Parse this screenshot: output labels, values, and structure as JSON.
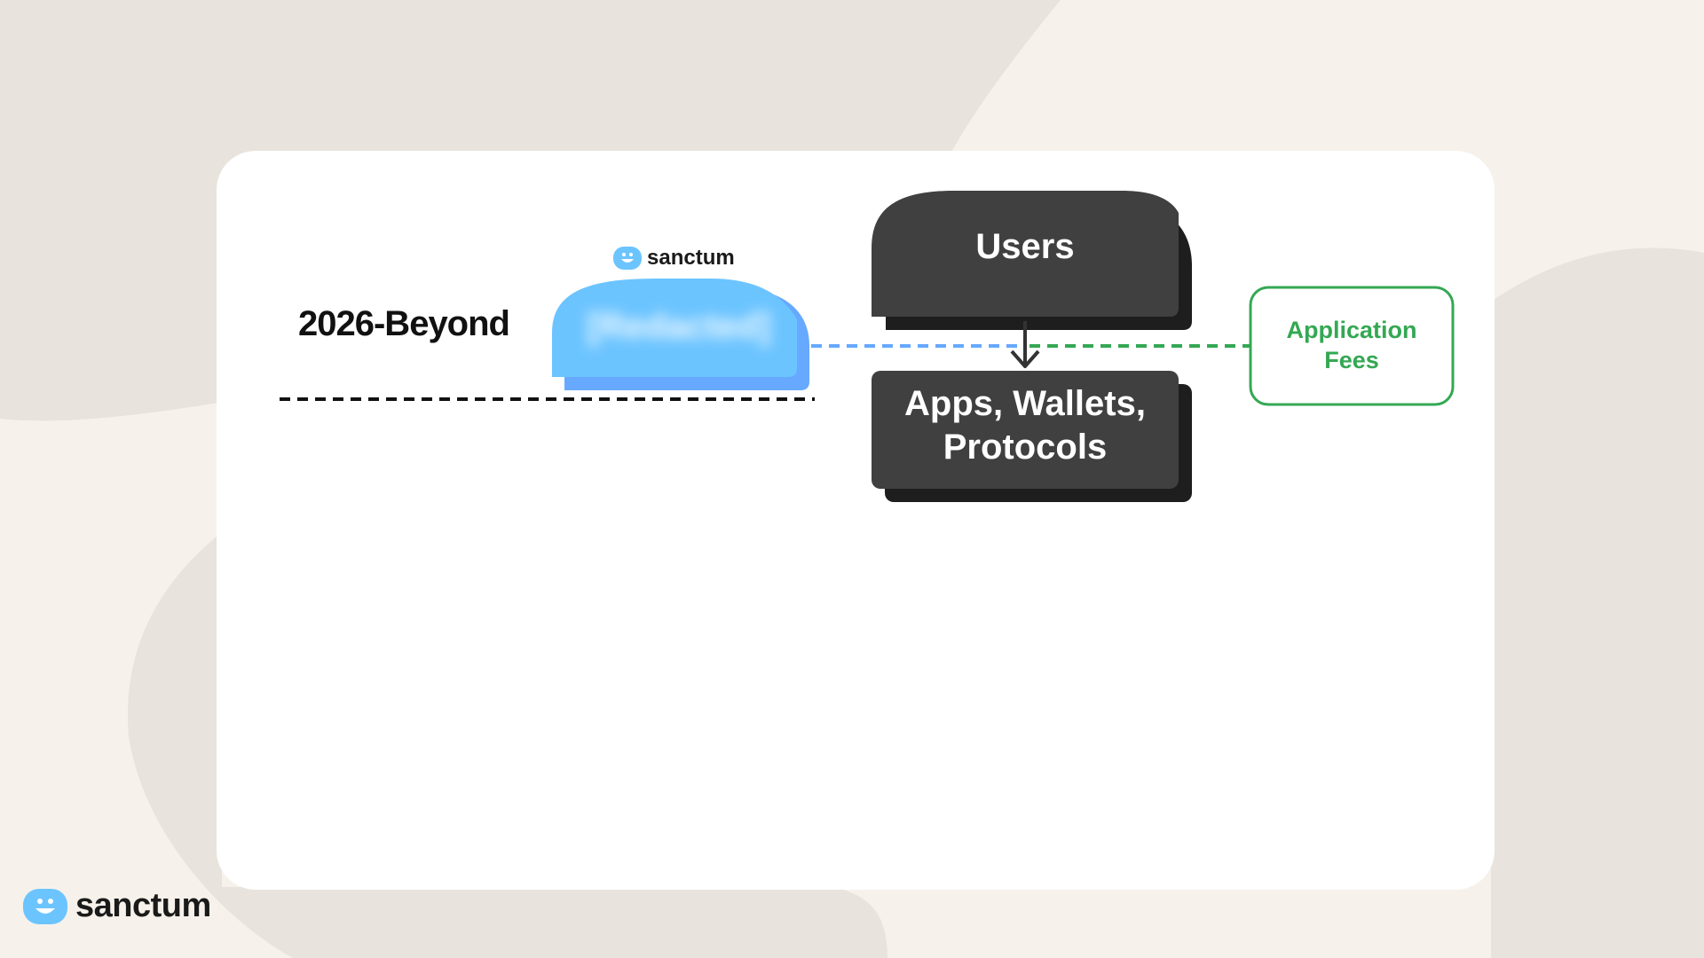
{
  "brand": {
    "name": "sanctum",
    "icon": "sanctum-face-icon",
    "icon_color": "#6cc4ff"
  },
  "diagram": {
    "era_label": "2026-Beyond",
    "redacted_node": {
      "label": "[Redacted]",
      "color": "#6cc4ff",
      "shadow_color": "#66a9ff"
    },
    "users_node": {
      "label": "Users",
      "color": "#404040"
    },
    "apps_node": {
      "line1": "Apps, Wallets,",
      "line2": "Protocols",
      "color": "#404040"
    },
    "fees_node": {
      "line1": "Application",
      "line2": "Fees",
      "color": "#34a853"
    }
  },
  "colors": {
    "background": "#f6f2eb",
    "background_shape": "#e8e3dc",
    "card": "#ffffff",
    "dark_shadow": "#1e1e1e",
    "blue_dash": "#66a9ff",
    "green_dash": "#34a853"
  }
}
